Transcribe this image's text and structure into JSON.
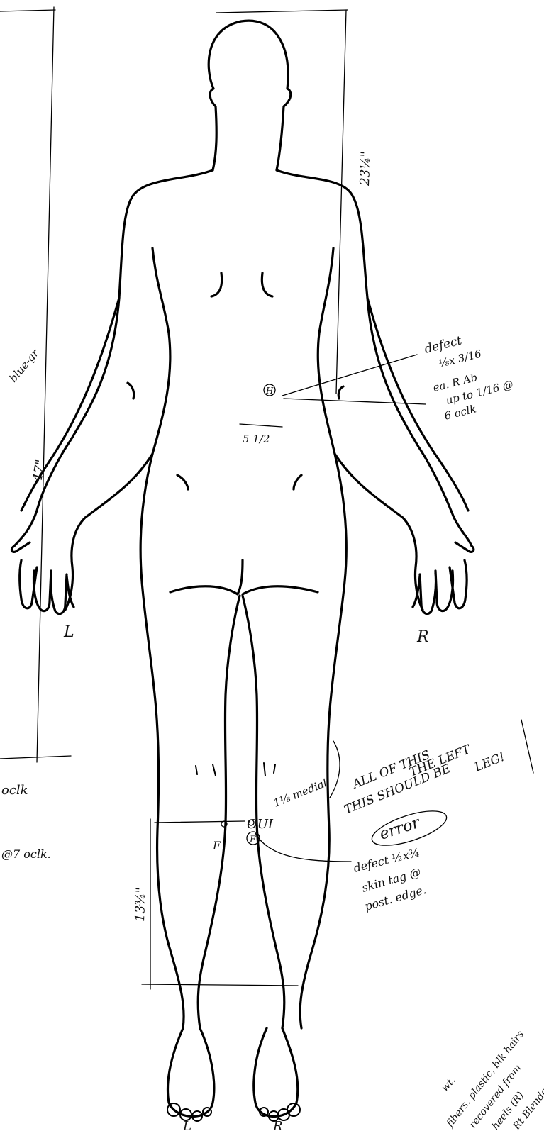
{
  "side_labels": {
    "figure_left": "L",
    "figure_right": "R",
    "foot_left": "L",
    "foot_right": "R"
  },
  "measurements": {
    "head_to_waist": "23¼\"",
    "left_vertical": "47\"",
    "back_offset": "5 1/2",
    "leg_height": "13¾\"",
    "leg_medial": "1⅛ medial"
  },
  "annotations": {
    "defect_1_line1": "defect",
    "defect_1_line2": "⅛x 3/16",
    "defect_1_line3": "ea. R Ab",
    "defect_1_line4": "up to 1/16 @",
    "defect_1_line5": "6 oclk",
    "marker_h": "H",
    "marker_f1": "F",
    "marker_f2": "F",
    "leg_marks": "OUI",
    "left_edge_1": "blue-gr",
    "left_edge_2": "oclk",
    "left_edge_3": "@7 oclk.",
    "error_note_line1": "ALL OF THIS",
    "error_note_line2": "THIS SHOULD BE",
    "error_note_line3": "THE LEFT",
    "error_note_line4": "LEG!",
    "error_word": "error",
    "defect_2_line1": "defect ½x¾",
    "defect_2_line2": "skin tag @",
    "defect_2_line3": "post. edge.",
    "hairs_line1": "wt.",
    "hairs_line2": "fibers, plastic, blk hairs",
    "hairs_line3": "recovered from",
    "hairs_line4": "heels (R)",
    "hairs_line5": "Rt Blende"
  },
  "colors": {
    "ink": "#000000",
    "paper": "#ffffff"
  }
}
